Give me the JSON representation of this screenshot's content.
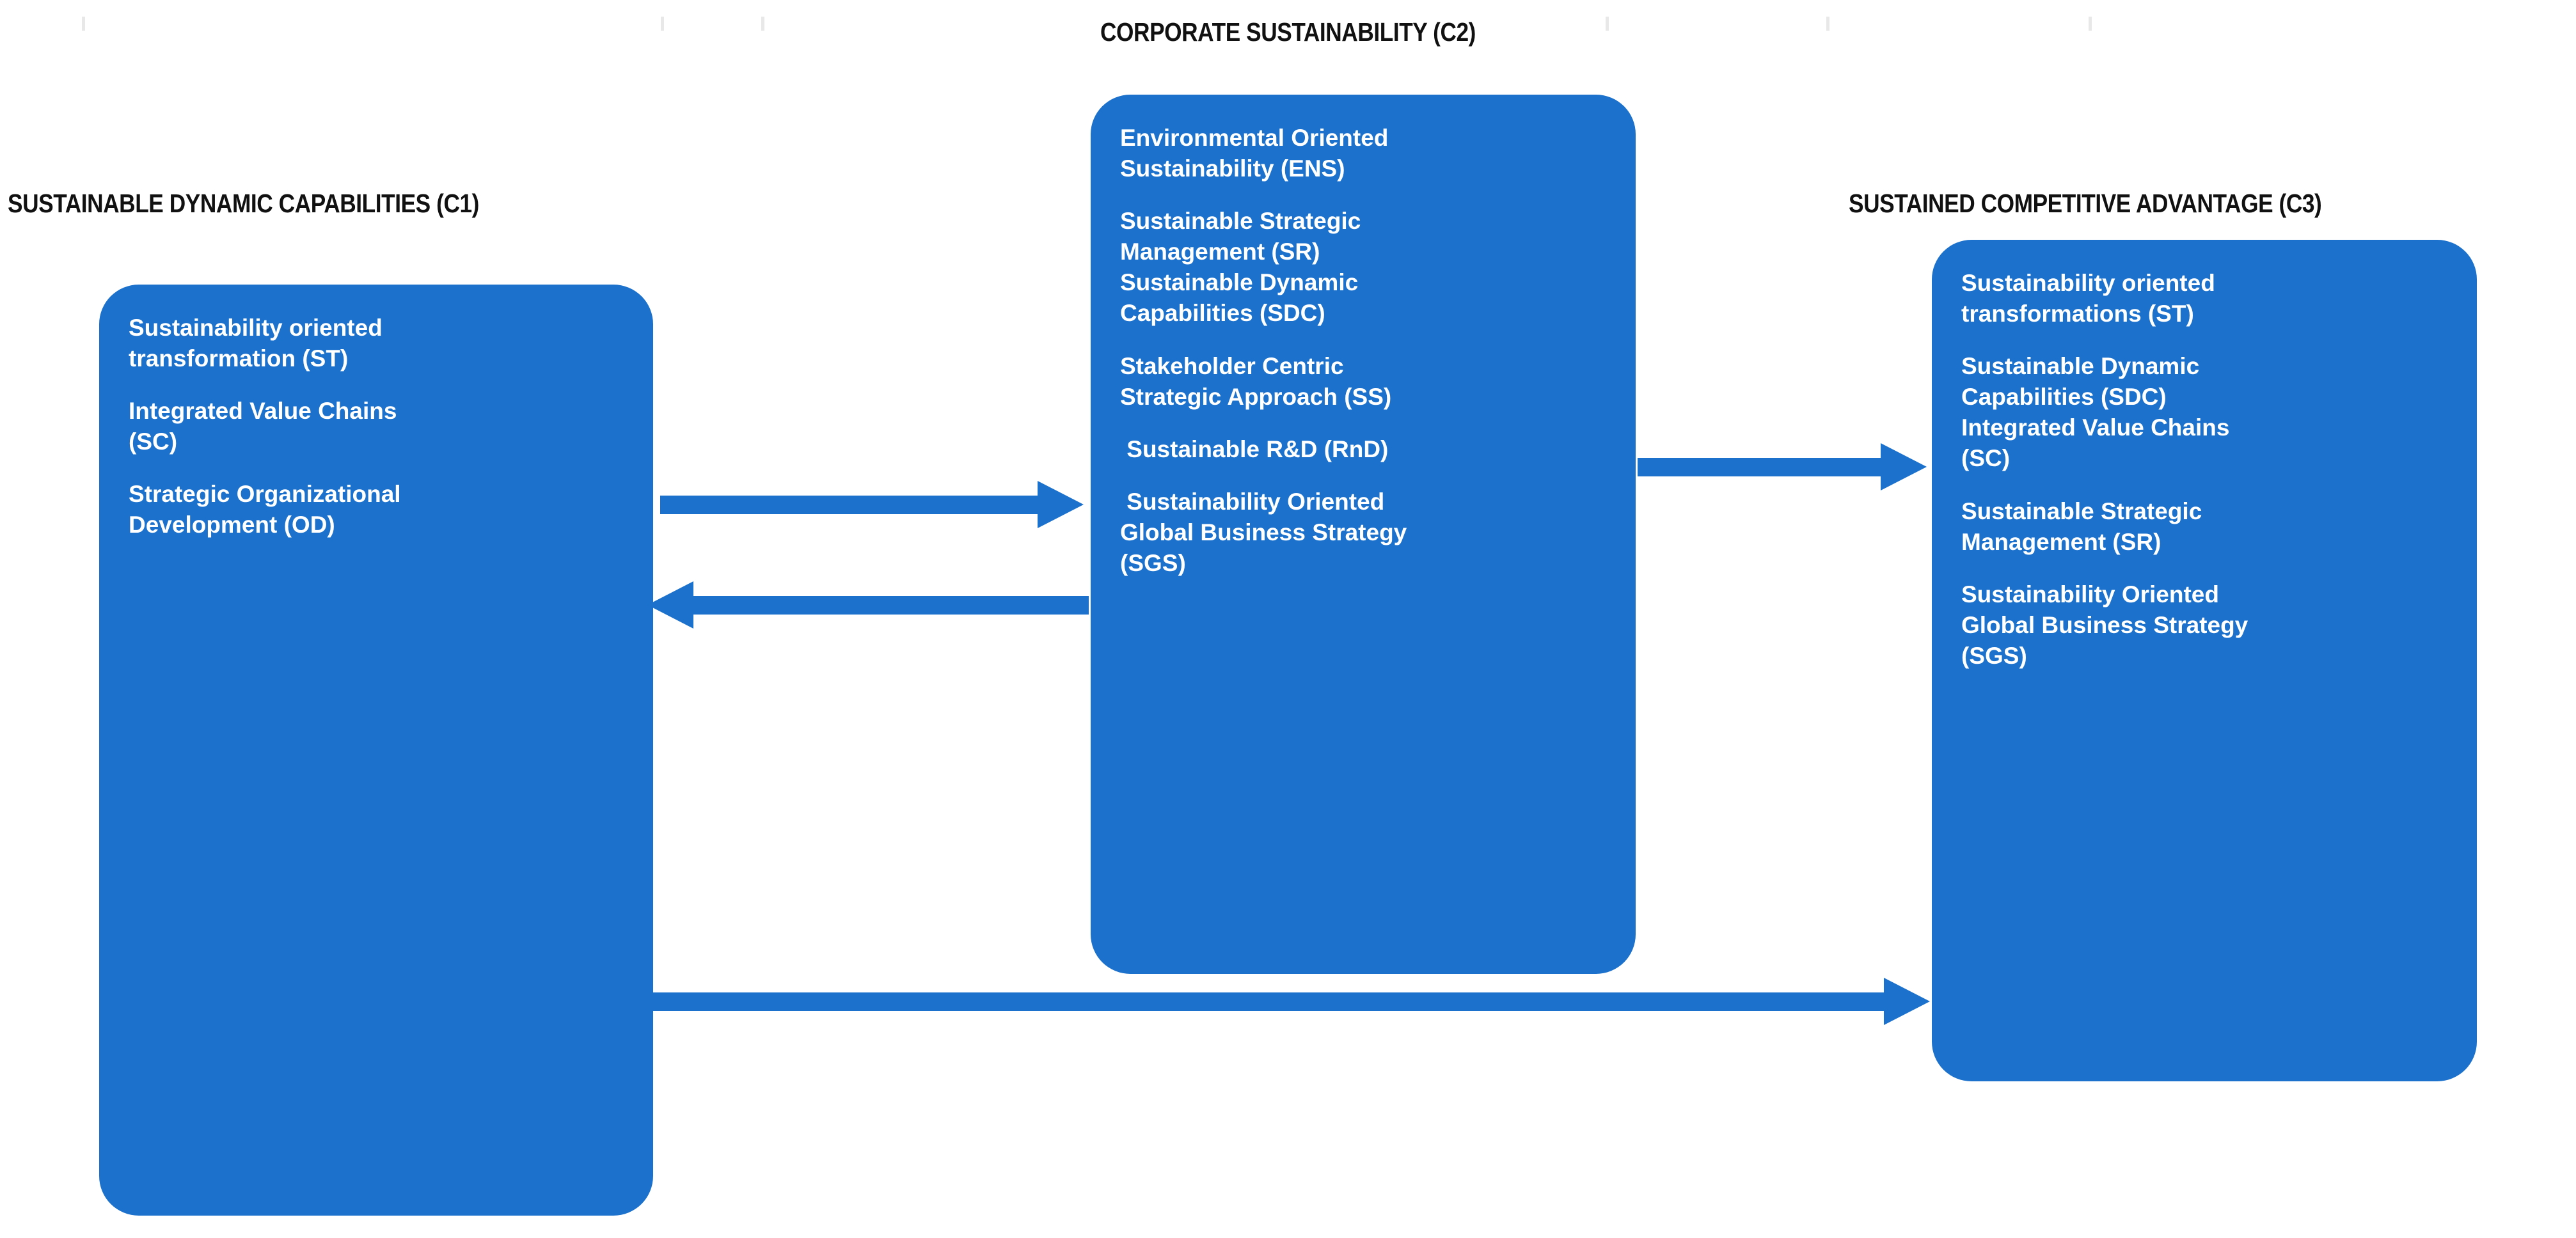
{
  "diagram": {
    "title_c1": "SUSTAINABLE DYNAMIC CAPABILITIES (C1)",
    "title_c2": "CORPORATE SUSTAINABILITY (C2)",
    "title_c3": "SUSTAINED COMPETITIVE ADVANTAGE (C3)",
    "accent_color": "#1b71cc",
    "text_color": "#ffffff",
    "header_color": "#111111"
  },
  "constructs": [
    {
      "id": "C1",
      "header": "SUSTAINABLE DYNAMIC CAPABILITIES (C1)",
      "items": [
        "Sustainability oriented\ntransformation (ST)",
        "Integrated Value Chains\n(SC)",
        "Strategic Organizational\nDevelopment (OD)"
      ]
    },
    {
      "id": "C2",
      "header": "CORPORATE SUSTAINABILITY (C2)",
      "items": [
        "Environmental Oriented\nSustainability (ENS)",
        "Sustainable Strategic\nManagement (SR)",
        "Sustainable Dynamic\nCapabilities (SDC)",
        "Stakeholder Centric\nStrategic Approach (SS)",
        " Sustainable R&D (RnD)",
        " Sustainability Oriented\nGlobal Business Strategy\n(SGS)"
      ]
    },
    {
      "id": "C3",
      "header": "SUSTAINED COMPETITIVE ADVANTAGE (C3)",
      "items": [
        "Sustainability oriented\ntransformations (ST)",
        "Sustainable Dynamic\nCapabilities (SDC)",
        "Integrated Value Chains\n(SC)",
        "Sustainable Strategic\nManagement (SR)",
        "Sustainability Oriented\nGlobal Business Strategy\n(SGS)"
      ]
    }
  ],
  "arrows": [
    {
      "id": "c1-to-c2",
      "from": "C1",
      "to": "C2",
      "direction": "right"
    },
    {
      "id": "c2-to-c1",
      "from": "C2",
      "to": "C1",
      "direction": "left"
    },
    {
      "id": "c2-to-c3",
      "from": "C2",
      "to": "C3",
      "direction": "right"
    },
    {
      "id": "c1-to-c3",
      "from": "C1",
      "to": "C3",
      "direction": "right"
    }
  ]
}
